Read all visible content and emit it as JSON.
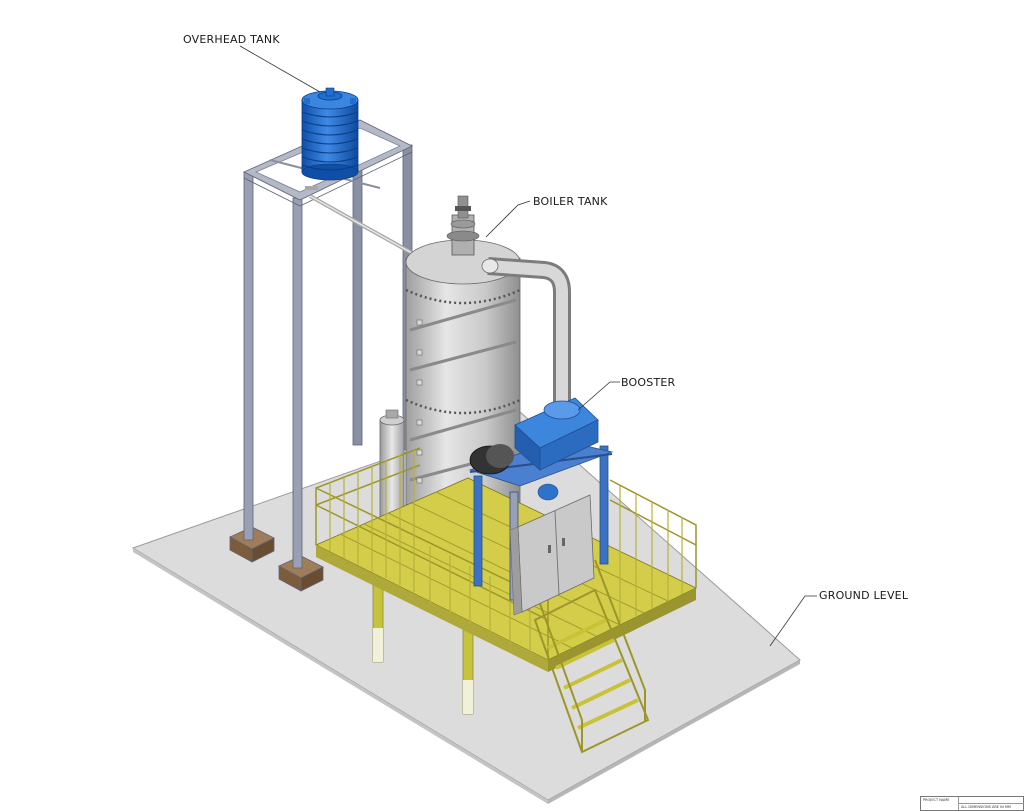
{
  "labels": {
    "overhead_tank": "OVERHEAD TANK",
    "boiler_tank": "BOILER TANK",
    "booster": "BOOSTER",
    "ground_level": "GROUND LEVEL"
  },
  "title_block": {
    "project_name": "PROJECT NAME",
    "dimensions_note": "ALL DIMENSIONS ARE IN MM"
  },
  "colors": {
    "ground": "#d9d9d9",
    "frame_steel": "#8a8fa0",
    "tank_blue": "#1f6fd1",
    "boiler_grey": "#bdbdbd",
    "platform_yellow": "#c9c236",
    "booster_blue": "#2e73c9",
    "footing_brown": "#8a6a4a",
    "panel_grey": "#c8c8c8"
  }
}
